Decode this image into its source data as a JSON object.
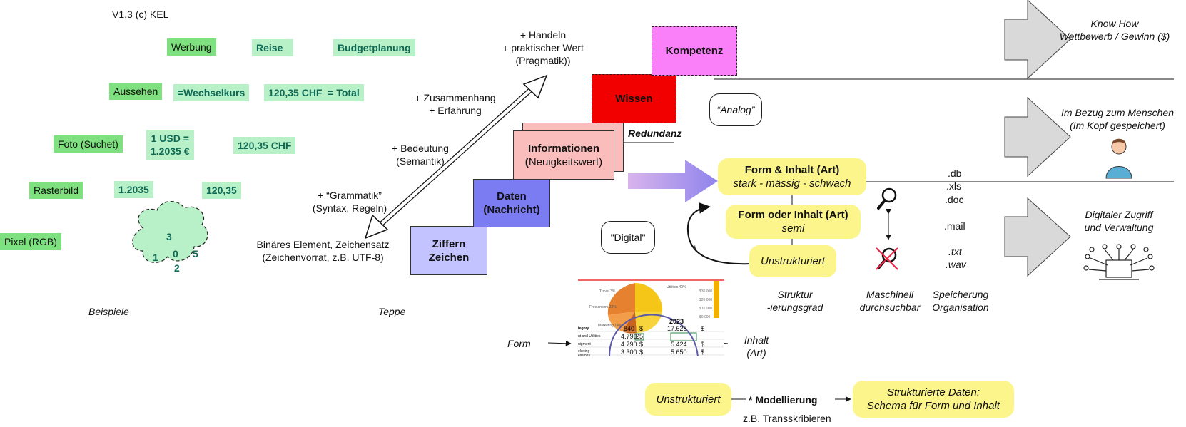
{
  "version": "V1.3 (c) KEL",
  "examples": {
    "row1": [
      "Werbung",
      "Reise",
      "Budgetplanung"
    ],
    "row2": [
      "Aussehen",
      "=Wechselkurs",
      "120,35 CHF  = Total"
    ],
    "row3_label": "Foto (Suchet)",
    "row3_usd_line1": "1 USD =",
    "row3_usd_line2": "1.2035 €",
    "row3_chf": "120,35 CHF",
    "row4": [
      "Rasterbild",
      "1.2035",
      "120,35"
    ],
    "row5_label": "Pixel (RGB)",
    "cloud_digits": [
      "3",
      "1",
      "0",
      "5",
      "2"
    ],
    "caption": "Beispiele"
  },
  "teppe": {
    "caption": "Teppe",
    "binary_line1": "Binäres Element, Zeichensatz",
    "binary_line2": "(Zeichenvorrat, z.B. UTF-8)",
    "grammatik_line1": "+ “Grammatik”",
    "grammatik_line2": "(Syntax, Regeln)",
    "bedeutung_line1": "+ Bedeutung",
    "bedeutung_line2": "(Semantik)",
    "zusammenhang_line1": "+ Zusammenhang",
    "zusammenhang_line2": "+ Erfahrung",
    "handeln_line1": "+ Handeln",
    "handeln_line2": "+ praktischer Wert",
    "handeln_line3": "(Pragmatik))"
  },
  "steps": {
    "ziffern_line1": "Ziffern",
    "ziffern_line2": "Zeichen",
    "daten_line1": "Daten",
    "daten_line2": "(Nachricht)",
    "info_line1": "Informationen",
    "info_line2_bold": "(",
    "info_line2_rest": "Neuigkeitswert)",
    "wissen": "Wissen",
    "kompetenz": "Kompetenz",
    "redundanz": "Redundanz"
  },
  "bubbles": {
    "analog": "“Analog”",
    "digital": "\"Digital\""
  },
  "structure": {
    "form_inhalt_title": "Form & Inhalt (Art)",
    "form_inhalt_sub": "stark - mässig - schwach",
    "form_oder_title": "Form oder Inhalt (Art)",
    "form_oder_sub": "semi",
    "unstrukturiert": "Unstrukturiert",
    "asterisk": "*",
    "formats": [
      ".db",
      ".xls",
      ".doc",
      ".mail",
      ".txt",
      ".wav"
    ],
    "col_struktur_line1": "Struktur",
    "col_struktur_line2": "-ierungsgrad",
    "col_maschinell_line1": "Maschinell",
    "col_maschinell_line2": "durchsuchbar",
    "col_speicherung_line1": "Speicherung",
    "col_speicherung_line2": "Organisation"
  },
  "right": {
    "knowhow_line1": "Know How",
    "knowhow_line2": "Wettbewerb / Gewinn ($)",
    "mensch_line1": "Im Bezug zum Menschen",
    "mensch_line2": "(Im Kopf gespeichert)",
    "digital_line1": "Digitaler Zugriff",
    "digital_line2": "und Verwaltung"
  },
  "spreadsheet": {
    "form_label": "Form",
    "inhalt_line1": "Inhalt",
    "inhalt_line2": "(Art)",
    "year": "2023",
    "cells": [
      "840",
      "$",
      "17.628",
      "$",
      "4.790",
      "25",
      "4.790",
      "$",
      "5.424",
      "$",
      "3.300",
      "$",
      "5.650",
      "$"
    ],
    "row_labels": [
      "tegory",
      "nt and Utilities",
      "uipment",
      "eketing",
      "essions"
    ],
    "pie_labels": [
      "Travel 3%",
      "Freelancers 22%",
      "Marketing 14%",
      "Utilities 40%"
    ],
    "axis_labels": [
      "$30.000",
      "$20.000",
      "$10.000",
      "$0.000"
    ]
  },
  "modeling": {
    "unstrukturiert": "Unstrukturiert",
    "arrow_label_star": "* ",
    "arrow_label": "Modellierung",
    "example": "z.B. Transskribieren",
    "result_line1": "Strukturierte Daten:",
    "result_line2": "Schema für Form und Inhalt"
  },
  "colors": {
    "green_dark": "#7ee07e",
    "green_light": "#b8f0c8",
    "ziffern": "#c3c3ff",
    "daten": "#7b7bf2",
    "informationen": "#fbbcbc",
    "wissen": "#f20000",
    "kompetenz": "#fa80fa",
    "yellow": "#fbf58c"
  }
}
